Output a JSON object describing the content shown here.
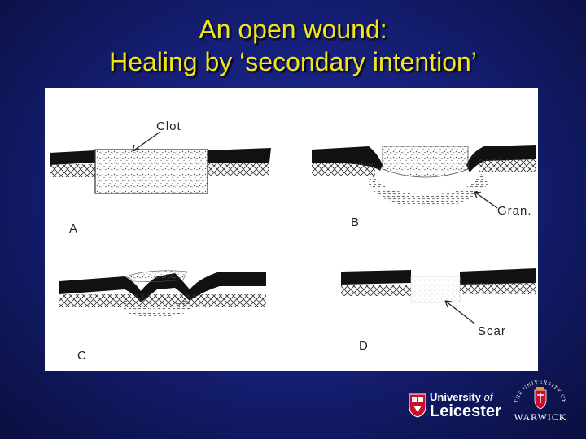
{
  "title": {
    "line1": "An open wound:",
    "line2": "Healing by ‘secondary intention’"
  },
  "figure": {
    "labels": {
      "clot": "Clot",
      "gran": "Gran.",
      "scar": "Scar",
      "a": "A",
      "b": "B",
      "c": "C",
      "d": "D"
    }
  },
  "logos": {
    "leicester_top": "University",
    "leicester_of": "of",
    "leicester_main": "Leicester",
    "warwick_arc": "THE UNIVERSITY OF",
    "warwick_word": "WARWICK"
  },
  "colors": {
    "title": "#f2e51a",
    "background": "#16207a",
    "leicester_red": "#c8102e"
  }
}
